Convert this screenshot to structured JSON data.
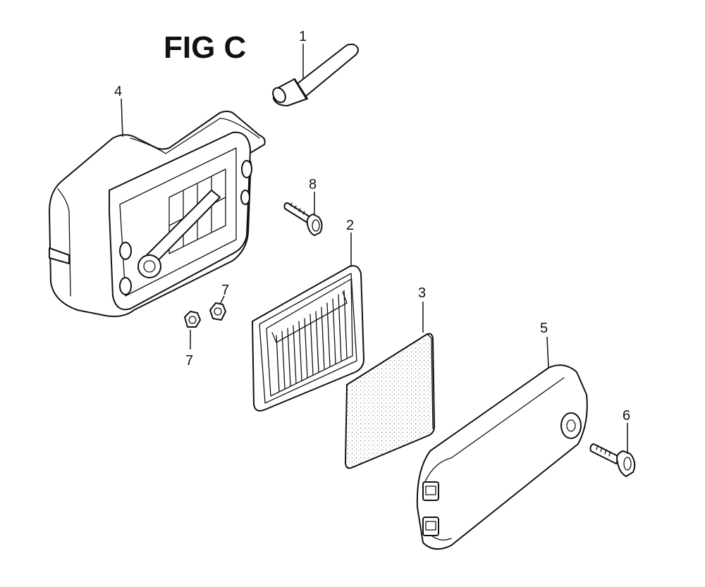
{
  "diagram": {
    "title": "FIG C",
    "callouts": {
      "part1": "1",
      "part2": "2",
      "part3": "3",
      "part4": "4",
      "part5": "5",
      "part6": "6",
      "part7a": "7",
      "part7b": "7",
      "part8": "8"
    }
  }
}
